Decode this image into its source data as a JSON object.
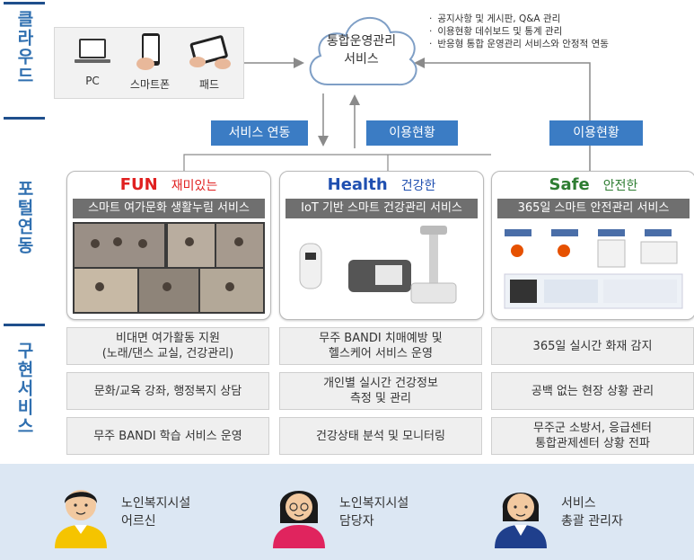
{
  "side_labels": {
    "cloud": "클라우드",
    "linkage": "포털연동",
    "service": "구현서비스"
  },
  "devices": [
    {
      "label": "PC",
      "icon": "laptop-icon"
    },
    {
      "label": "스마트폰",
      "icon": "smartphone-icon"
    },
    {
      "label": "패드",
      "icon": "tablet-icon"
    }
  ],
  "cloud": {
    "line1": "통합운영관리",
    "line2": "서비스"
  },
  "cloud_bullets": [
    "공지사항 및 게시판, Q&A 관리",
    "이용현황 데쉬보드 및 통계 관리",
    "반응형 통합 운영관리 서비스와 안정적 연동"
  ],
  "tags": {
    "service_link": "서비스 연동",
    "usage1": "이용현황",
    "usage2": "이용현황"
  },
  "cards": [
    {
      "title_en": "FUN",
      "title_ko": "재미있는",
      "subtitle": "스마트 여가문화 생활누림 서비스",
      "color": "#e02020",
      "image": "video-conference-photo"
    },
    {
      "title_en": "Health",
      "title_ko": "건강한",
      "subtitle": "IoT 기반 스마트 건강관리 서비스",
      "color": "#1f4fb0",
      "image": "health-devices-photo"
    },
    {
      "title_en": "Safe",
      "title_ko": "안전한",
      "subtitle": "365일 스마트 안전관리 서비스",
      "color": "#2e7d32",
      "image": "fire-monitoring-screen"
    }
  ],
  "services": [
    [
      "비대면 여가활동 지원\n(노래/댄스 교실, 건강관리)",
      "문화/교육  강좌, 행정복지 상담",
      "무주 BANDI 학습 서비스 운영"
    ],
    [
      "무주 BANDI 치매예방 및\n헬스케어 서비스 운영",
      "개인별 실시간 건강정보\n측정 및 관리",
      "건강상태 분석 및 모니터링"
    ],
    [
      "365일 실시간 화재 감지",
      "공백 없는 현장 상황 관리",
      "무주군 소방서, 응급센터\n통합관제센터 상황 전파"
    ]
  ],
  "users": [
    {
      "line1": "노인복지시설",
      "line2": "어르신",
      "icon": "elderly-man-avatar-icon"
    },
    {
      "line1": "노인복지시설",
      "line2": "담당자",
      "icon": "female-staff-avatar-icon"
    },
    {
      "line1": "서비스",
      "line2": "총괄 관리자",
      "icon": "female-manager-avatar-icon"
    }
  ],
  "colors": {
    "accent": "#3b7cc4",
    "side": "#2f6fb0",
    "user_bg": "#dce7f3"
  }
}
